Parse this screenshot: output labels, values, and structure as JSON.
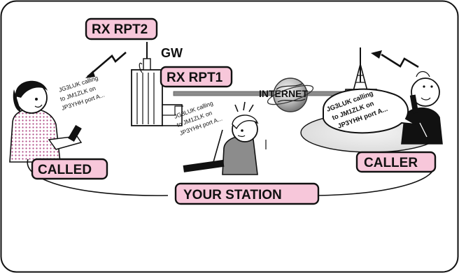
{
  "labels": {
    "rx_rpt2": "RX RPT2",
    "rx_rpt1": "RX RPT1",
    "gw": "GW",
    "internet": "INTERNET",
    "called": "CALLED",
    "caller": "CALLER",
    "your_station": "YOUR STATION"
  },
  "messages": {
    "called_display": [
      "JG3LUK calling",
      "to JM1ZLK on",
      "JP3YHH port A..."
    ],
    "your_station_display": [
      "JG3LUK calling",
      "to JM1ZLK on",
      "JP3YHH port A..."
    ],
    "caller_bubble": [
      "JG3LUK calling",
      "to JM1ZLK on",
      "JP3YHH port A..."
    ]
  },
  "colors": {
    "label_fill": "#f7c7da",
    "outline": "#111111",
    "internet_bar": "#8c8c8c",
    "dotted_pattern": "#b04a86"
  }
}
